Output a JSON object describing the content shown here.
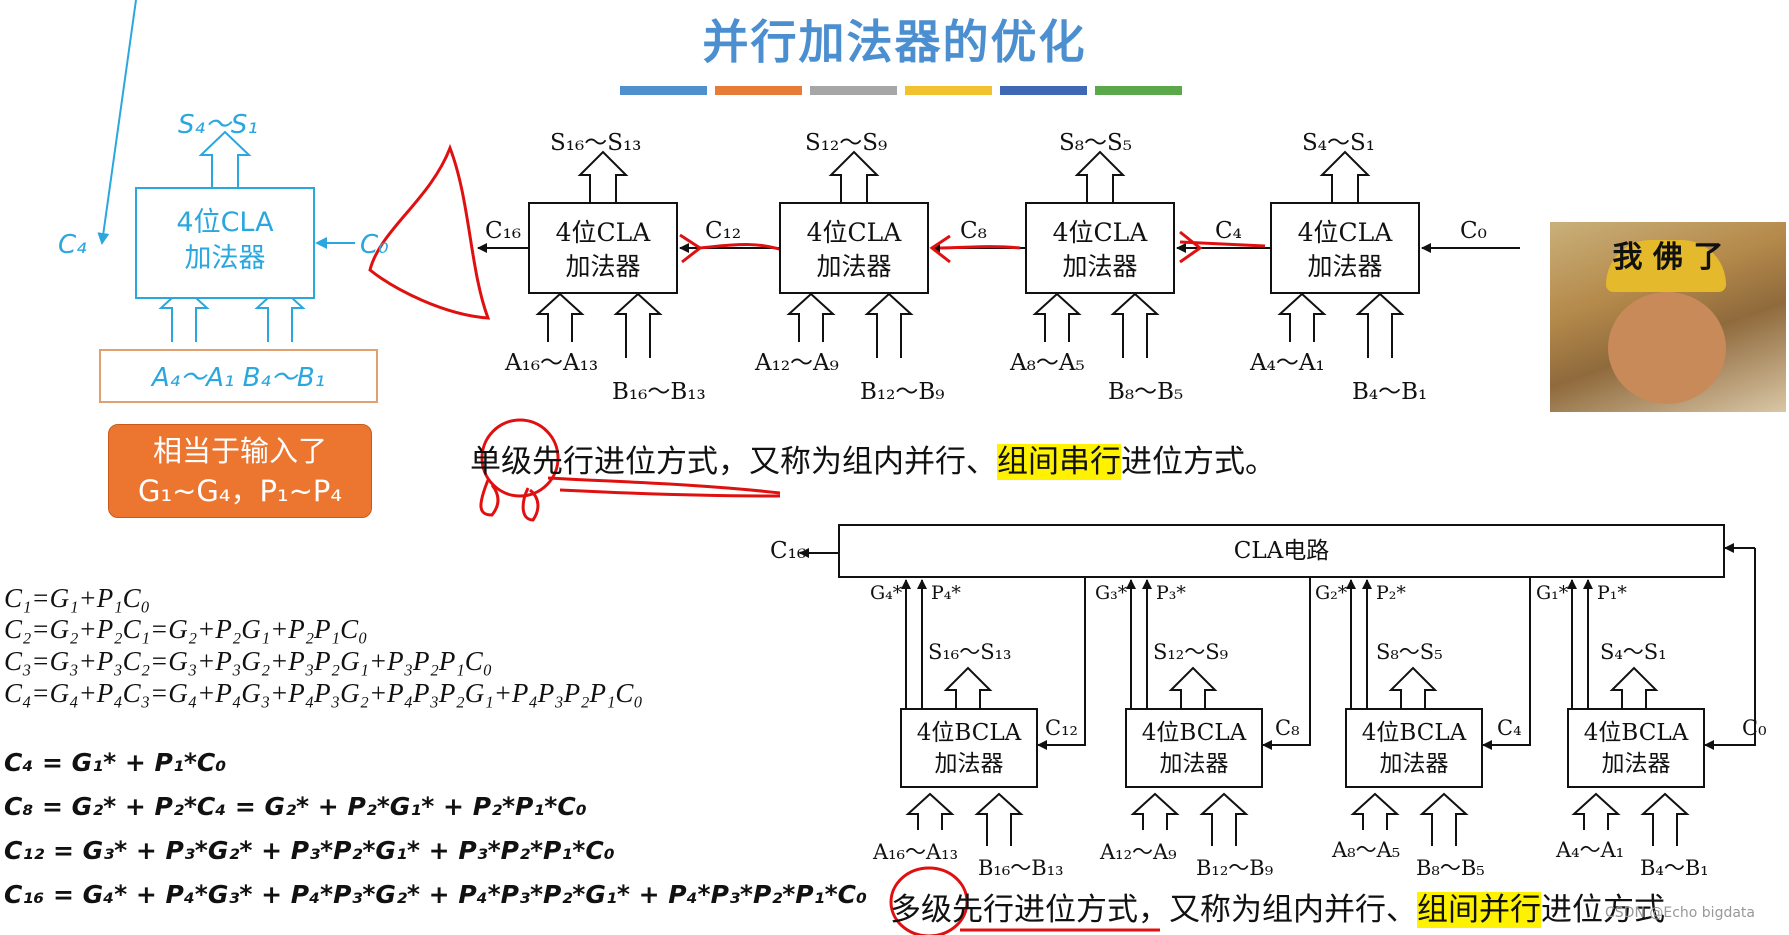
{
  "slide": {
    "title": "并行加法器的优化",
    "stripe_colors": [
      "#4e8fcc",
      "#e67c37",
      "#a6a6a6",
      "#f2c12e",
      "#3f67b4",
      "#5aa84a"
    ]
  },
  "left_block": {
    "output_label": "S₄～S₁",
    "block_line1": "4位CLA",
    "block_line2": "加法器",
    "carry_out": "C₄",
    "carry_in": "C₀",
    "input_label": "A₄～A₁  B₄～B₁",
    "callout_line1": "相当于输入了",
    "callout_line2": "G₁~G₄，P₁~P₄"
  },
  "single_level": {
    "blocks": [
      {
        "line1": "4位CLA",
        "line2": "加法器",
        "out": "S₁₆～S₁₃",
        "a": "A₁₆～A₁₃",
        "b": "B₁₆～B₁₃",
        "cout": "C₁₆"
      },
      {
        "line1": "4位CLA",
        "line2": "加法器",
        "out": "S₁₂～S₉",
        "a": "A₁₂～A₉",
        "b": "B₁₂～B₉",
        "cout": "C₁₂"
      },
      {
        "line1": "4位CLA",
        "line2": "加法器",
        "out": "S₈～S₅",
        "a": "A₈～A₅",
        "b": "B₈～B₅",
        "cout": "C₈"
      },
      {
        "line1": "4位CLA",
        "line2": "加法器",
        "out": "S₄～S₁",
        "a": "A₄～A₁",
        "b": "B₄～B₁",
        "cout": "C₄"
      }
    ],
    "carry_in": "C₀",
    "sentence_part1": "单级先行进位方式，又称为组内并行、",
    "sentence_hl": "组间串行",
    "sentence_part2": "进位方式。"
  },
  "meme": {
    "text": "我 佛 了"
  },
  "multi_level": {
    "cla_circuit": "CLA电路",
    "c16": "C₁₆",
    "blocks": [
      {
        "line1": "4位BCLA",
        "line2": "加法器",
        "g": "G₄*",
        "p": "P₄*",
        "out": "S₁₆～S₁₃",
        "a": "A₁₆～A₁₃",
        "b": "B₁₆～B₁₃",
        "cin": "C₁₂"
      },
      {
        "line1": "4位BCLA",
        "line2": "加法器",
        "g": "G₃*",
        "p": "P₃*",
        "out": "S₁₂～S₉",
        "a": "A₁₂～A₉",
        "b": "B₁₂～B₉",
        "cin": "C₈"
      },
      {
        "line1": "4位BCLA",
        "line2": "加法器",
        "g": "G₂*",
        "p": "P₂*",
        "out": "S₈～S₅",
        "a": "A₈～A₅",
        "b": "B₈～B₅",
        "cin": "C₄"
      },
      {
        "line1": "4位BCLA",
        "line2": "加法器",
        "g": "G₁*",
        "p": "P₁*",
        "out": "S₄～S₁",
        "a": "A₄～A₁",
        "b": "B₄～B₁",
        "cin": "C₀"
      }
    ],
    "sentence_part1": "多级先行进位方式，又称为组内并行、",
    "sentence_hl": "组间并行",
    "sentence_part2": "进位方式"
  },
  "equations": {
    "c1": "C₁=G₁+P₁C₀",
    "c2": "C₂=G₂+P₂C₁=G₂+P₂G₁+P₂P₁C₀",
    "c3": "C₃=G₃+P₃C₂=G₃+P₃G₂+P₃P₂G₁+P₃P₂P₁C₀",
    "c4": "C₄=G₄+P₄C₃=G₄+P₄G₃+P₄P₃G₂+P₄P₃P₂G₁+P₄P₃P₂P₁C₀",
    "g4": "C₄ = G₁* + P₁*C₀",
    "g8": "C₈ = G₂* + P₂*C₄ = G₂* + P₂*G₁* + P₂*P₁*C₀",
    "g12": "C₁₂ = G₃* + P₃*G₂* + P₃*P₂*G₁* + P₃*P₂*P₁*C₀",
    "g16": "C₁₆ = G₄* + P₄*G₃* + P₄*P₃*G₂* + P₄*P₃*P₂*G₁* + P₄*P₃*P₂*P₁*C₀"
  },
  "watermark": "CSDN @Echo bigdata"
}
